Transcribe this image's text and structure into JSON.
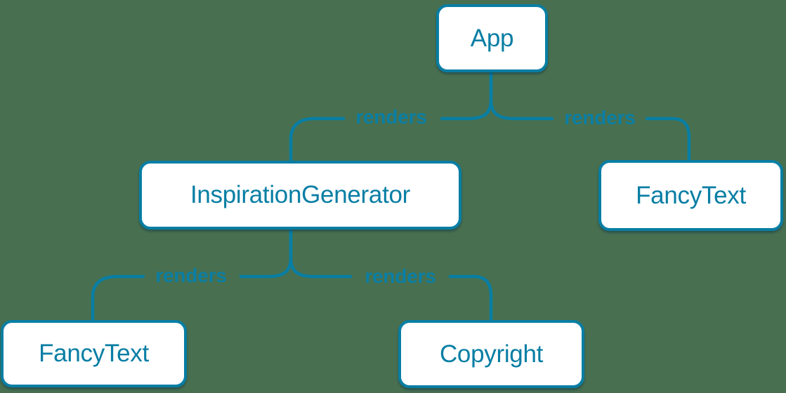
{
  "colors": {
    "background": "#487050",
    "accent": "#087ea4",
    "node_fill": "#ffffff"
  },
  "diagram": {
    "type": "component-render-tree",
    "nodes": [
      {
        "id": "app",
        "label": "App"
      },
      {
        "id": "inspiration-generator",
        "label": "InspirationGenerator"
      },
      {
        "id": "fancy-text-top",
        "label": "FancyText"
      },
      {
        "id": "fancy-text-bottom",
        "label": "FancyText"
      },
      {
        "id": "copyright",
        "label": "Copyright"
      }
    ],
    "edges": [
      {
        "from": "App",
        "to": "InspirationGenerator",
        "label": "renders"
      },
      {
        "from": "App",
        "to": "FancyText",
        "label": "renders"
      },
      {
        "from": "InspirationGenerator",
        "to": "FancyText",
        "label": "renders"
      },
      {
        "from": "InspirationGenerator",
        "to": "Copyright",
        "label": "renders"
      }
    ]
  }
}
